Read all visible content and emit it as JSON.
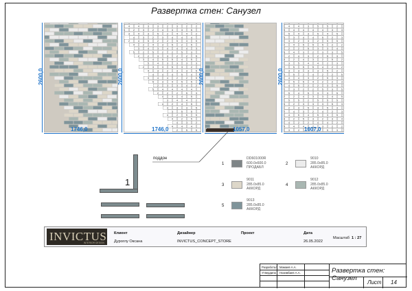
{
  "title": "Развертка стен: Санузел",
  "walls": [
    {
      "height_label": "2600,0",
      "width_label": "1746,0"
    },
    {
      "height_label": "2600,0",
      "width_label": "1746,0"
    },
    {
      "height_label": "2600,0",
      "width_label": "1057,0"
    },
    {
      "height_label": "2600,0",
      "width_label": "1607,0"
    }
  ],
  "tile_numbers": [
    "1",
    "2",
    "3",
    "4",
    "5"
  ],
  "podon_label": "поддон",
  "plan_number": "1",
  "legend": [
    {
      "num": "1",
      "color": "#7e8587",
      "lines": [
        "DD601000R",
        "600.0x600.0",
        "ПРОДАБЛ"
      ]
    },
    {
      "num": "2",
      "color": "#ececec",
      "lines": [
        "9010",
        "285.0x85.0",
        "АККОРД"
      ]
    },
    {
      "num": "3",
      "color": "#ddd7c9",
      "lines": [
        "9011",
        "285.0x85.0",
        "АККОРД"
      ]
    },
    {
      "num": "4",
      "color": "#a9b7b2",
      "lines": [
        "9012",
        "285.0x85.0",
        "АККОРД"
      ]
    },
    {
      "num": "5",
      "color": "#7f949a",
      "lines": [
        "9013",
        "285.0x85.0",
        "АККОРД"
      ]
    }
  ],
  "colors": {
    "accent": "#1d72c8",
    "tile_2": "#ececec",
    "tile_3": "#ddd7c9",
    "tile_4": "#a9b7b2",
    "tile_5": "#7f949a",
    "tile_1": "#7e8587"
  },
  "title_block": {
    "logo": "INVICTUS",
    "logo_sub": "INTERIOR DESIGN",
    "client_label": "Клиент",
    "client_value": "Дуроглу Оксана",
    "designer_label": "Дизайнер",
    "designer_value": "INVICTUS_CONCEPT_STORE",
    "project_label": "Проект",
    "project_value": "",
    "date_label": "Дата",
    "date_value": "26.05.2022",
    "scale_label": "Масштаб",
    "scale_value": "1 : 27"
  },
  "stamp": {
    "developed_label": "Разработал",
    "developed_value": "Мамаев А.А.",
    "approved_label": "Утвердила",
    "approved_value": "Нозимбаев А.А.",
    "title": "Развертка стен: Санузел",
    "sheet_label": "Лист",
    "sheet_value": "14"
  }
}
